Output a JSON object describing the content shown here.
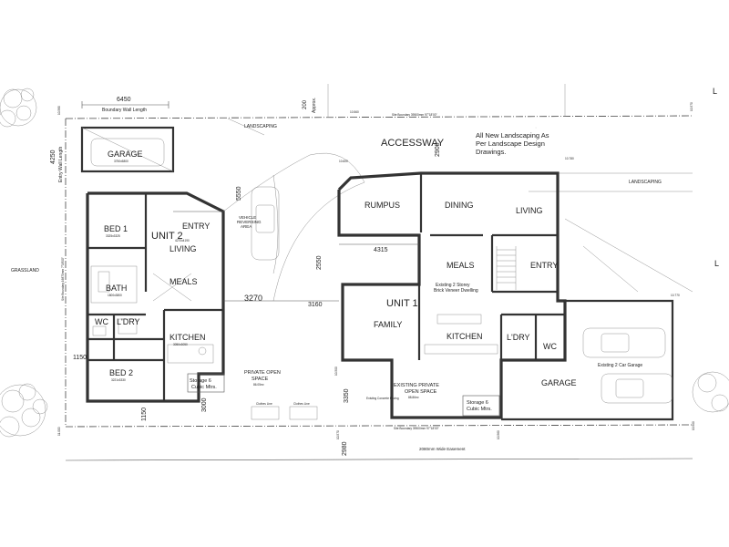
{
  "left_unit": {
    "unit_name": "UNIT 2",
    "rooms": {
      "bed1": "BED 1",
      "bed1_size": "3325x3325",
      "living": "LIVING",
      "living_size": "4270x4190",
      "entry": "ENTRY",
      "meals": "MEALS",
      "bath": "BATH",
      "bath_size": "1800x3800",
      "wc": "WC",
      "ldry": "L'DRY",
      "kitchen": "KITCHEN",
      "kitchen_size": "3050x3050",
      "bed2": "BED 2",
      "bed2_size": "3221x3330"
    },
    "garage": "GARAGE",
    "garage_size": "3750x5800",
    "storage": "Storage 6",
    "storage2": "Cubic Mtrs.",
    "private_open_space": "PRIVATE OPEN",
    "private_open_space2": "SPACE",
    "private_area": "86.05m²",
    "clothes_line": "Clothes Line",
    "vehicle_area": "VEHICLE",
    "vehicle_area2": "REVERSING",
    "vehicle_area3": "AREA"
  },
  "right_unit": {
    "unit_name": "UNIT 1",
    "rooms": {
      "rumpus": "RUMPUS",
      "dining": "DINING",
      "living": "LIVING",
      "meals": "MEALS",
      "entry": "ENTRY",
      "family": "FAMILY",
      "kitchen": "KITCHEN",
      "ldry": "L'DRY",
      "wc": "WC",
      "garage": "GARAGE"
    },
    "existing": "Existing 2 Storey",
    "existing2": "Brick Veneer Dwelling",
    "existing_private": "EXISTING PRIVATE",
    "existing_private2": "OPEN SPACE",
    "existing_area": "88.86m²",
    "concrete": "Existing Concrete Paving",
    "storage": "Storage 6",
    "storage2": "Cubic Mtrs.",
    "car_garage": "Existing 2 Car Garage",
    "clothes_line": "Clothes Line"
  },
  "site": {
    "accessway": "ACCESSWAY",
    "landscaping_top": "LANDSCAPING",
    "landscaping_right": "LANDSCAPING",
    "landscape_note1": "All New Landscaping As",
    "landscape_note2": "Per Landscape Design",
    "landscape_note3": "Drawings.",
    "grassland": "GRASSLAND",
    "boundary_top": "Site Boundary 39500mm 97°18'00\"",
    "boundary_bottom": "Site Boundary 39500mm 97°18'00\"",
    "boundary_left": "Site Boundary 16870mm 7°18'00\"",
    "boundary_wall": "Boundary Wall Length",
    "entry_wall": "Entry Wall Length",
    "easement": "2080mm Wide Easement",
    "approx": "Approx."
  },
  "dimensions": {
    "d6450": "6450",
    "d4250": "4250",
    "d200": "200",
    "d2900": "2900",
    "d5550": "5550",
    "d4315": "4315",
    "d2550": "2550",
    "d3270": "3270",
    "d3160": "3160",
    "d1150a": "1150",
    "d1150b": "1150",
    "d3000": "3000",
    "d3350": "3350",
    "d2980": "2980"
  },
  "levels": {
    "l1": "10.580",
    "l2": "10.560",
    "l3": "10.570",
    "l4": "10.780",
    "l5": "10.770",
    "l6": "10.600",
    "l7": "10.500",
    "l8": "10.570",
    "l9": "10.560",
    "l10": "10.500",
    "l11": "11.000"
  },
  "misc": {
    "edge_mark": "L",
    "edge_mark2": "L"
  }
}
